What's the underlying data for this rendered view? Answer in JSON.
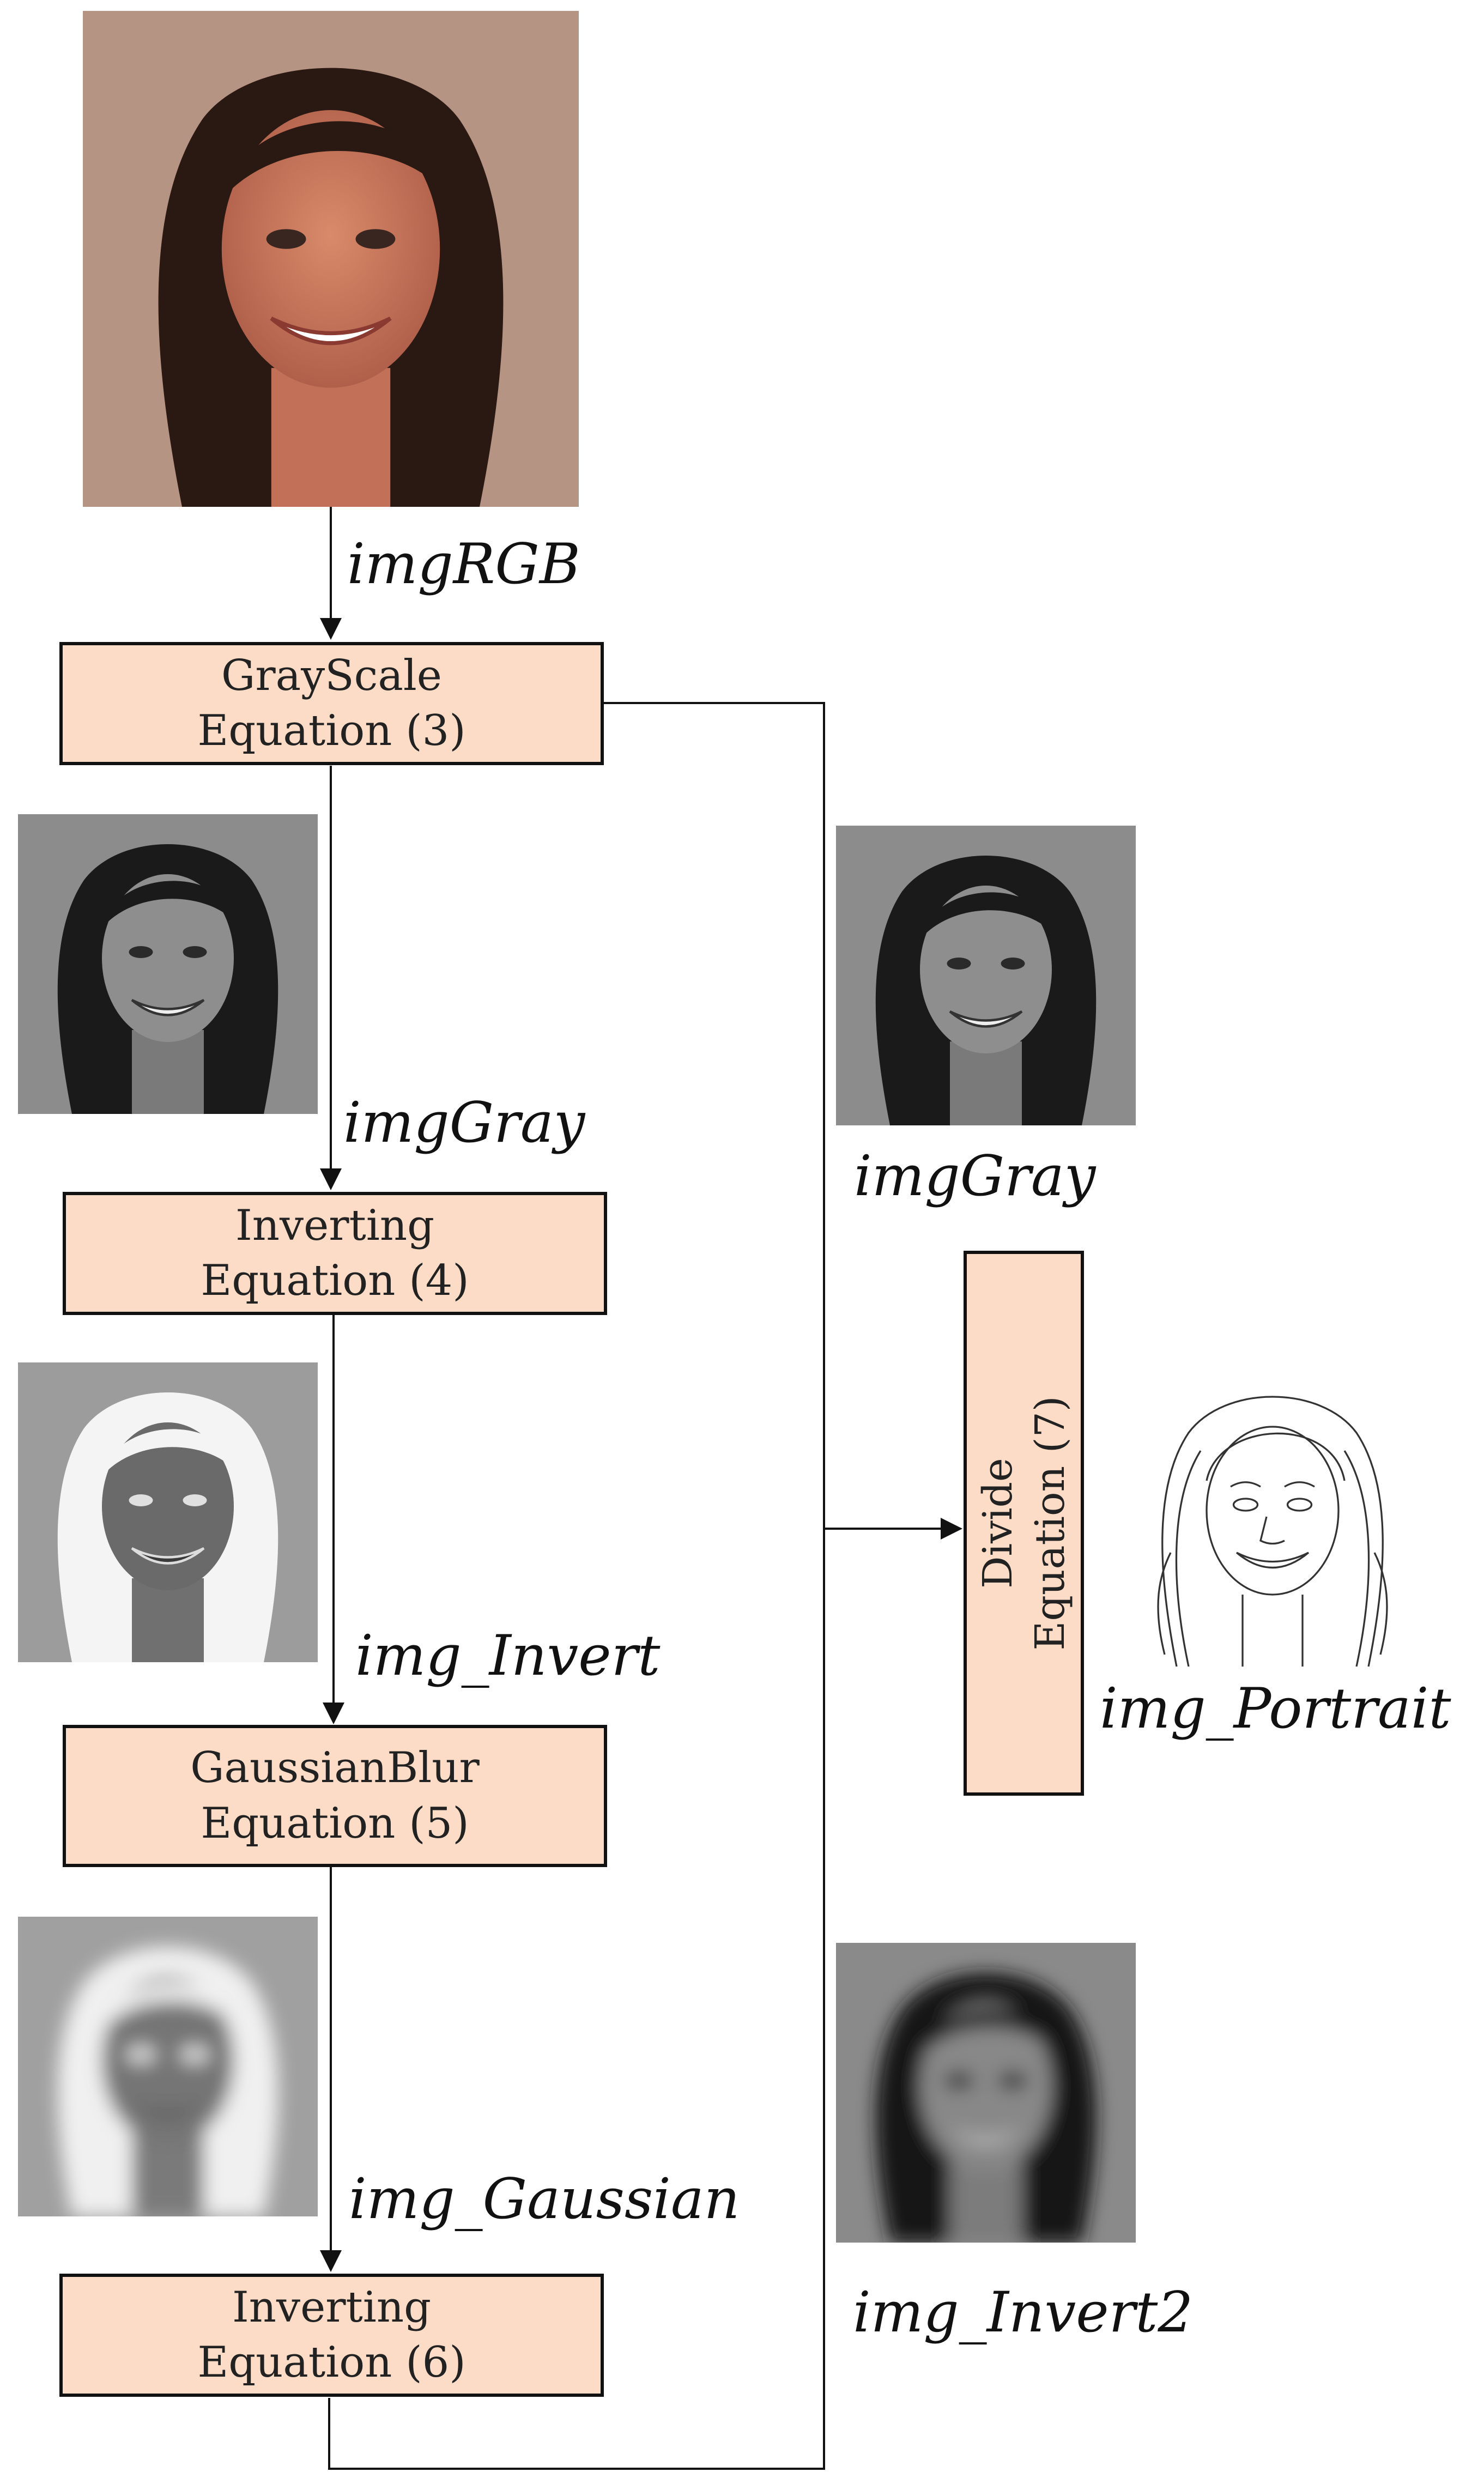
{
  "labels": {
    "img_rgb": "imgRGB",
    "img_gray_left": "imgGray",
    "img_gray_right": "imgGray",
    "img_invert": "img_Invert",
    "img_gaussian": "img_Gaussian",
    "img_invert2": "img_Invert2",
    "img_portrait": "img_Portrait"
  },
  "boxes": {
    "grayscale": {
      "line1": "GrayScale",
      "line2": "Equation (3)"
    },
    "inverting1": {
      "line1": "Inverting",
      "line2": "Equation (4)"
    },
    "gaussian": {
      "line1": "GaussianBlur",
      "line2": "Equation (5)"
    },
    "inverting2": {
      "line1": "Inverting",
      "line2": "Equation (6)"
    },
    "divide": {
      "line1": "Divide",
      "line2": "Equation (7)"
    }
  },
  "colors": {
    "box_fill": "#fcdcc6",
    "stroke": "#111111"
  }
}
